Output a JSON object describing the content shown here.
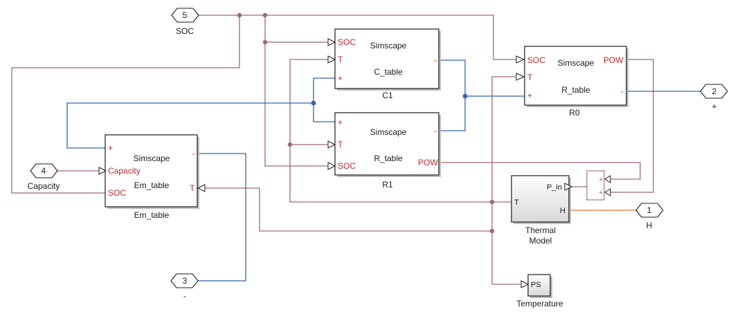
{
  "diagram": {
    "type": "simulink-simscape-model",
    "ports": {
      "soc_in": {
        "number": "5",
        "label": "SOC"
      },
      "capacity_in": {
        "number": "4",
        "label": "Capacity"
      },
      "neg_terminal": {
        "number": "3",
        "label": "-"
      },
      "pos_terminal": {
        "number": "2",
        "label": "+"
      },
      "heat_out": {
        "number": "1",
        "label": "H"
      }
    },
    "blocks": {
      "c1": {
        "name": "C1",
        "line1": "Simscape",
        "line2": "C_table",
        "port_soc": "SOC",
        "port_t": "T",
        "port_plus": "+",
        "port_minus": "-"
      },
      "r1": {
        "name": "R1",
        "line1": "Simscape",
        "line2": "R_table",
        "port_plus": "+",
        "port_t": "T",
        "port_soc": "SOC",
        "port_minus": "-",
        "port_pow": "POW"
      },
      "r0": {
        "name": "R0",
        "line1": "Simscape",
        "line2": "R_table",
        "port_soc": "SOC",
        "port_t": "T",
        "port_plus": "+",
        "port_pow": "POW",
        "port_minus": "-"
      },
      "em": {
        "name": "Em_table",
        "line1": "Simscape",
        "line2": "Em_table",
        "port_plus": "+",
        "port_capacity": "Capacity",
        "port_soc": "SOC",
        "port_minus": "-",
        "port_t": "T"
      },
      "thermal": {
        "name_line1": "Thermal",
        "name_line2": "Model",
        "port_t": "T",
        "port_pin": "P_in",
        "port_h": "H"
      },
      "sum": {
        "sign1": "+",
        "sign2": "+"
      },
      "ps_scope": {
        "icon_text": "PS",
        "name": "Temperature"
      }
    },
    "colors": {
      "physical_signal": "#a0686e",
      "electrical": "#2f63b8",
      "thermal": "#e07030",
      "port_label": "#c0262b"
    }
  }
}
